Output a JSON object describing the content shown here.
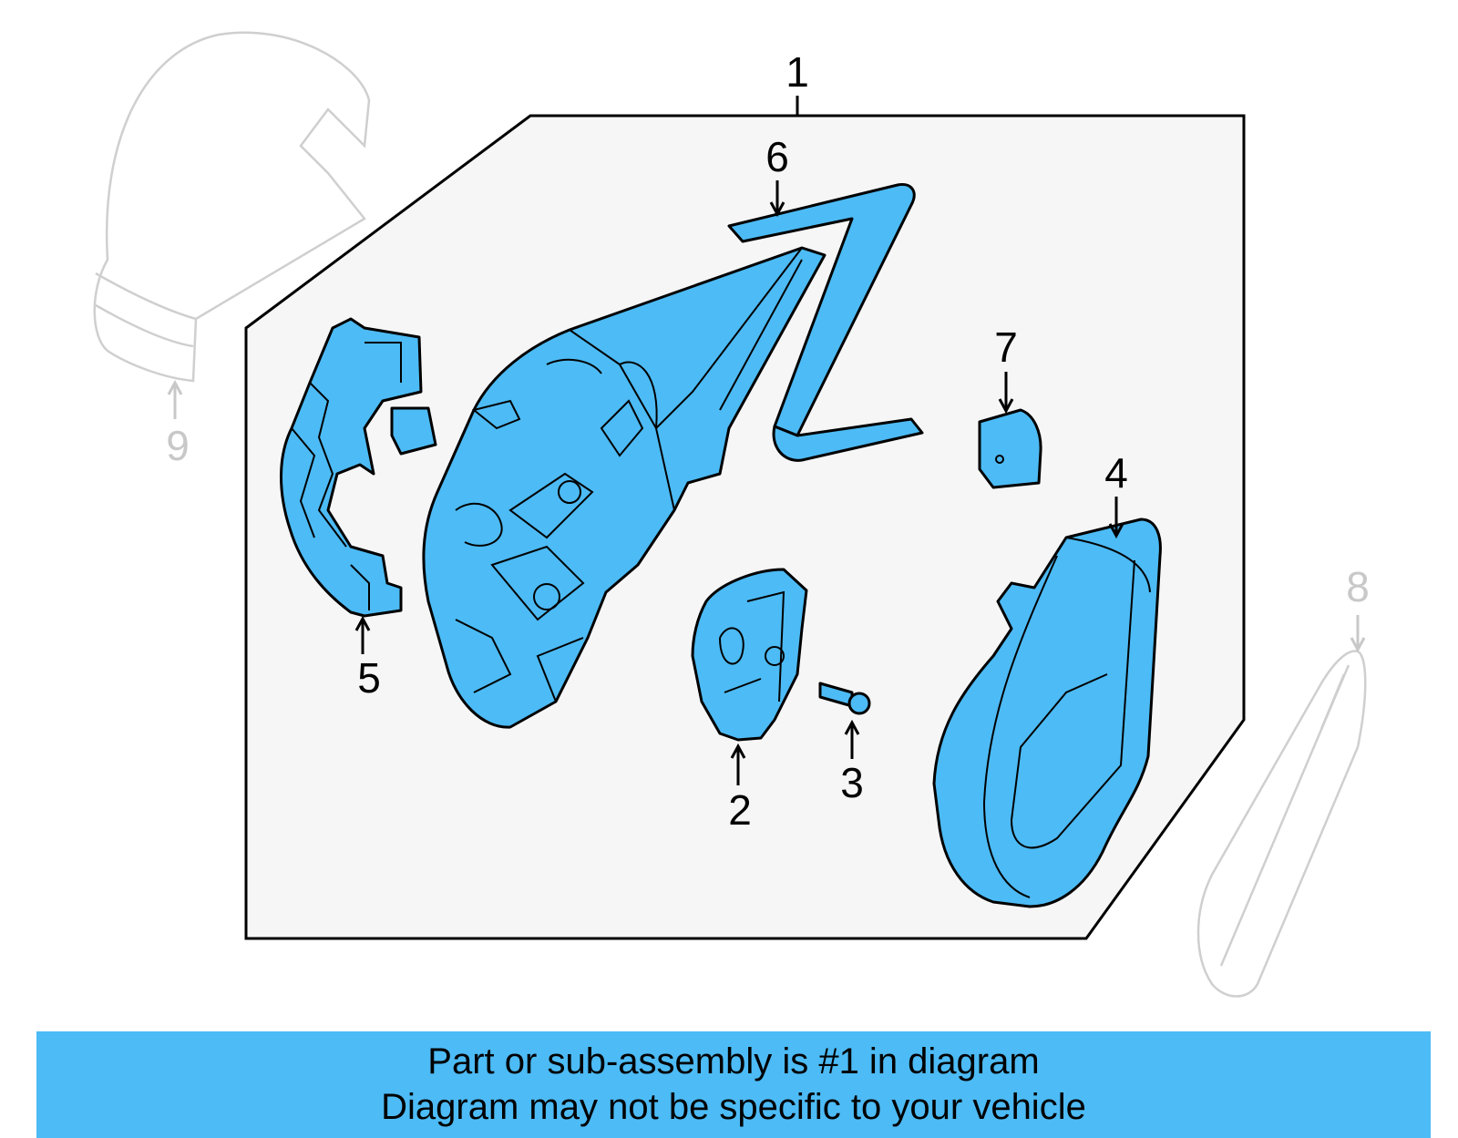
{
  "callouts": {
    "c1": "1",
    "c2": "2",
    "c3": "3",
    "c4": "4",
    "c5": "5",
    "c6": "6",
    "c7": "7",
    "c8": "8",
    "c9": "9"
  },
  "banner": {
    "line1": "Part or sub-assembly is #1 in diagram",
    "line2": "Diagram may not be specific to your vehicle"
  },
  "colors": {
    "part_fill": "#4dbbf5",
    "banner_bg": "#4dbbf5",
    "ghost_outline": "#cfcfcf"
  }
}
